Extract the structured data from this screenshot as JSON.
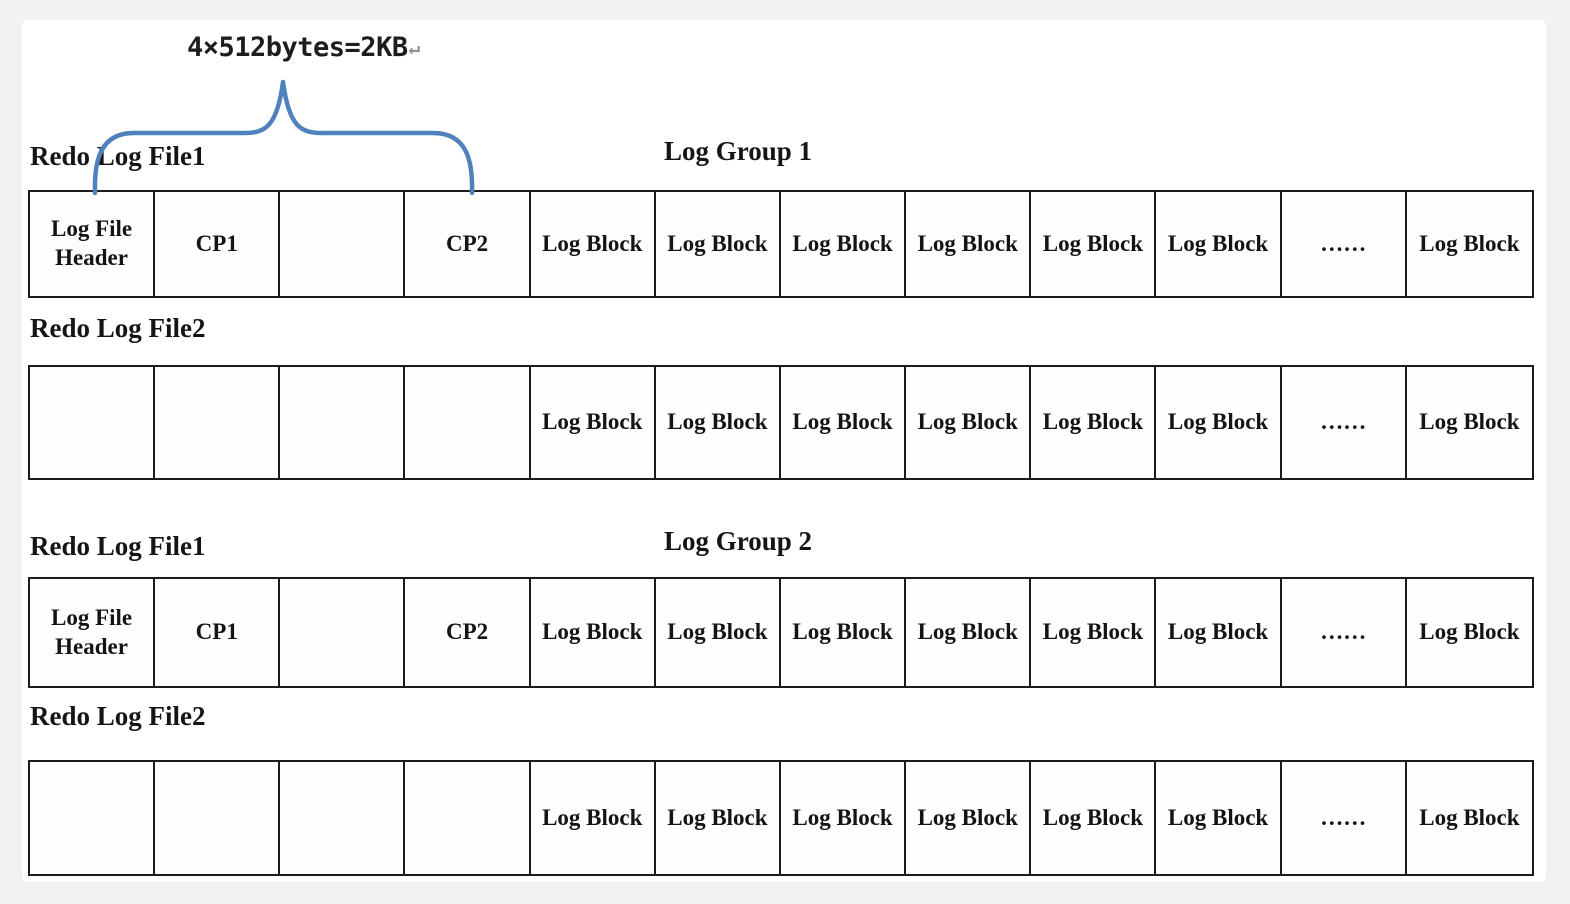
{
  "annotation": {
    "label": "4×512bytes=2KB",
    "return_mark": "↵"
  },
  "colors": {
    "brace": "#4f81bd",
    "border": "#1c1c1c",
    "page_bg": "#f2f3f1",
    "card_bg": "#ffffff"
  },
  "groups": [
    {
      "title": "Log Group 1",
      "files": [
        {
          "label": "Redo Log File1",
          "cells": [
            "Log File Header",
            "CP1",
            "",
            "CP2",
            "Log Block",
            "Log Block",
            "Log Block",
            "Log Block",
            "Log Block",
            "Log Block",
            "……",
            "Log Block"
          ]
        },
        {
          "label": "Redo Log File2",
          "cells": [
            "",
            "",
            "",
            "",
            "Log Block",
            "Log Block",
            "Log Block",
            "Log Block",
            "Log Block",
            "Log Block",
            "……",
            "Log Block"
          ]
        }
      ]
    },
    {
      "title": "Log Group 2",
      "files": [
        {
          "label": "Redo Log File1",
          "cells": [
            "Log File Header",
            "CP1",
            "",
            "CP2",
            "Log Block",
            "Log Block",
            "Log Block",
            "Log Block",
            "Log Block",
            "Log Block",
            "……",
            "Log Block"
          ]
        },
        {
          "label": "Redo Log File2",
          "cells": [
            "",
            "",
            "",
            "",
            "Log Block",
            "Log Block",
            "Log Block",
            "Log Block",
            "Log Block",
            "Log Block",
            "……",
            "Log Block"
          ]
        }
      ]
    }
  ]
}
